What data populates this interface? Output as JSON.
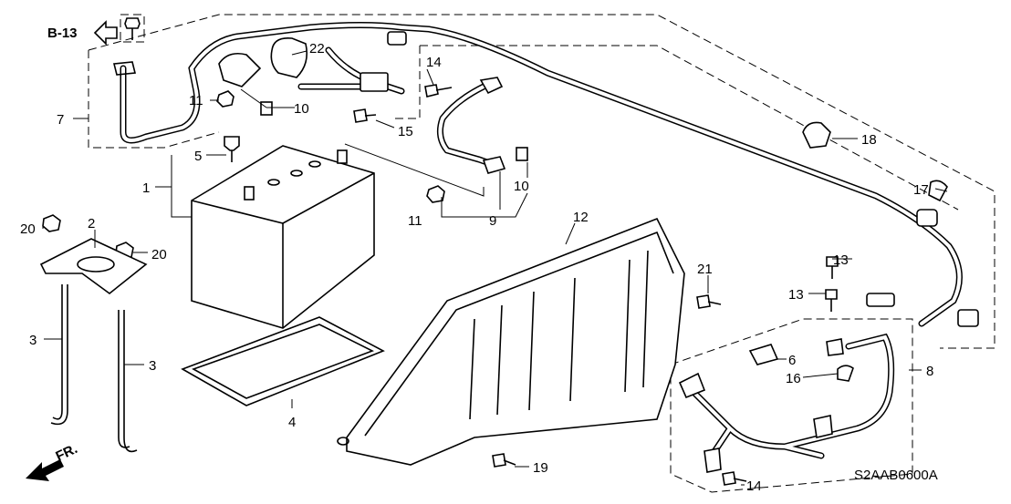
{
  "diagram": {
    "reference": "B-13",
    "direction_marker": "FR.",
    "diagram_code": "S2AAB0600A",
    "callouts": [
      "22",
      "14",
      "11",
      "10",
      "7",
      "15",
      "18",
      "5",
      "1",
      "10",
      "11",
      "9",
      "12",
      "17",
      "20",
      "2",
      "20",
      "13",
      "21",
      "13",
      "6",
      "8",
      "16",
      "3",
      "3",
      "4",
      "19",
      "14"
    ]
  }
}
